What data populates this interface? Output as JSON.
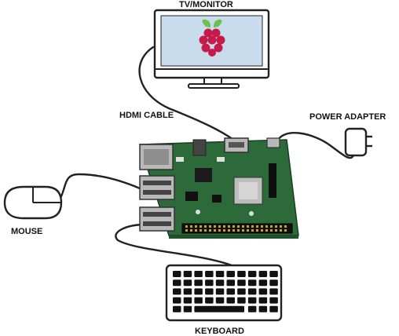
{
  "labels": {
    "monitor": "TV/MONITOR",
    "hdmi": "HDMI CABLE",
    "power": "POWER ADAPTER",
    "mouse": "MOUSE",
    "keyboard": "KEYBOARD"
  },
  "colors": {
    "board": "#2c6a3a",
    "board_dark": "#1f4f2b",
    "screen": "#c8dcee",
    "raspberry": "#c51a4a",
    "leaf": "#6cc24a",
    "outline": "#222222",
    "metal": "#b8b8b8"
  },
  "icons": [
    "monitor-icon",
    "raspberry-pi-logo-icon",
    "raspberry-pi-board-icon",
    "mouse-icon",
    "keyboard-icon",
    "power-adapter-icon"
  ]
}
